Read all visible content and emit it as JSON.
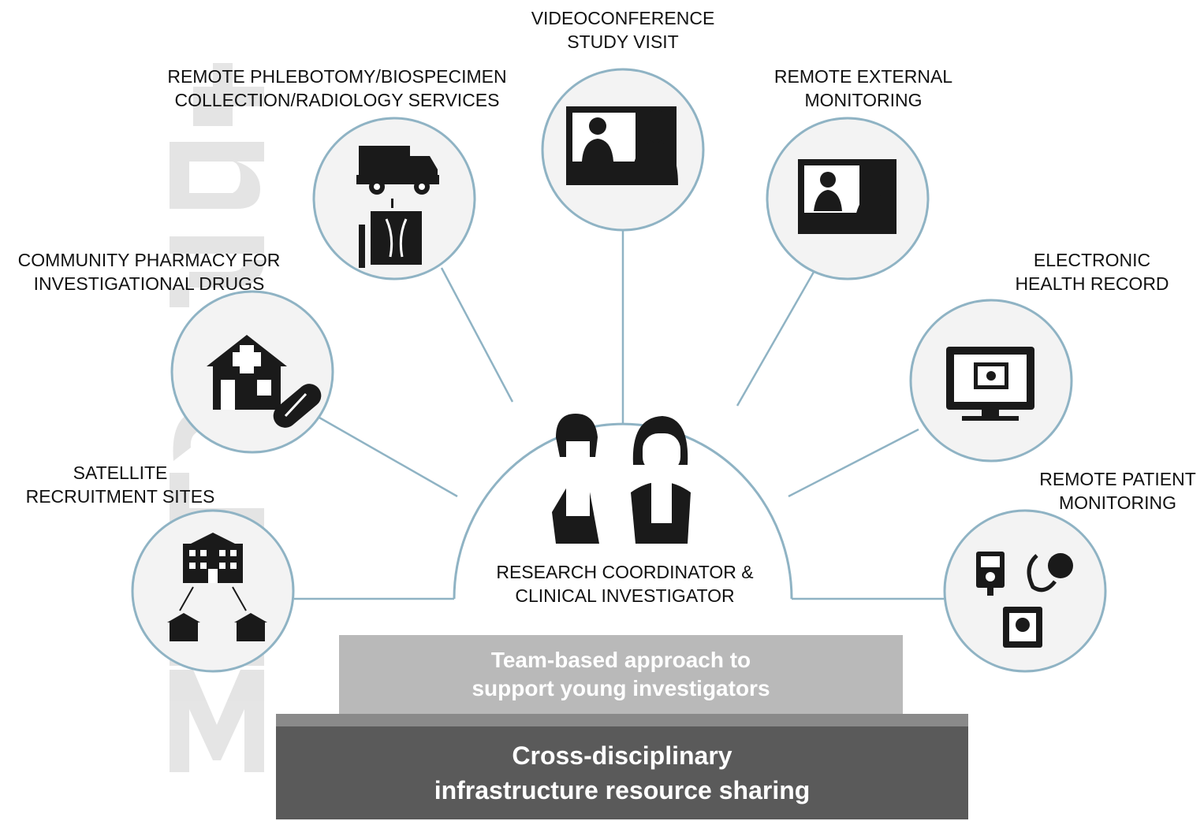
{
  "nodes": {
    "videoconference": {
      "line1": "VIDEOCONFERENCE",
      "line2": "STUDY VISIT",
      "icon": "videoconference-icon"
    },
    "remote_phlebotomy": {
      "line1": "REMOTE PHLEBOTOMY/BIOSPECIMEN",
      "line2": "COLLECTION/RADIOLOGY SERVICES",
      "icon": "van-xray-icon"
    },
    "remote_external_monitoring": {
      "line1": "REMOTE EXTERNAL",
      "line2": "MONITORING",
      "icon": "remote-monitor-icon"
    },
    "community_pharmacy": {
      "line1": "COMMUNITY PHARMACY FOR",
      "line2": "INVESTIGATIONAL DRUGS",
      "icon": "pharmacy-icon"
    },
    "electronic_health_record": {
      "line1": "ELECTRONIC",
      "line2": "HEALTH RECORD",
      "icon": "ehr-icon"
    },
    "satellite_recruitment": {
      "line1": "SATELLITE",
      "line2": "RECRUITMENT SITES",
      "icon": "buildings-icon"
    },
    "remote_patient_monitoring": {
      "line1": "REMOTE PATIENT",
      "line2": "MONITORING",
      "icon": "devices-icon"
    }
  },
  "center": {
    "line1": "RESEARCH COORDINATOR &",
    "line2": "CLINICAL INVESTIGATOR",
    "icon": "people-icon"
  },
  "tiers": {
    "top": {
      "line1": "Team-based approach to",
      "line2": "support young investigators"
    },
    "bottom": {
      "line1": "Cross-disciplinary",
      "line2": "infrastructure resource sharing"
    }
  },
  "watermark": {
    "text": "Manuscript"
  },
  "colors": {
    "ring": "#8fb3c4",
    "circle_fill": "#f3f3f3",
    "connector": "#8fb3c4",
    "tier_top": "#b9b9b9",
    "tier_bottom": "#5a5a5a",
    "watermark": "#c4c4c4"
  }
}
